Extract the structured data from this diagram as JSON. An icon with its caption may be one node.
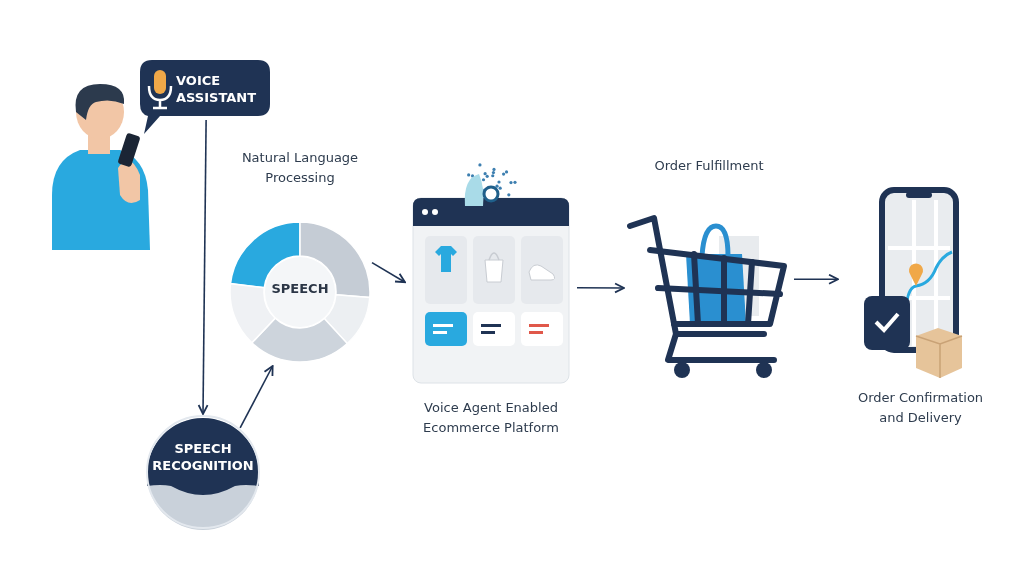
{
  "diagram": {
    "nodes": [
      {
        "text": [
          "VOICE ASSISTANT"
        ]
      },
      {
        "text": [
          "SPEECH RECOGNITION"
        ]
      },
      {
        "text": [
          "Natural Language Processing",
          "SPEECH"
        ]
      },
      {
        "text": [
          "Voice Agent Enabled Ecommerce Platform"
        ]
      },
      {
        "text": [
          "Order Fulfillment"
        ]
      },
      {
        "text": [
          "Order Confirmation and Delivery"
        ]
      }
    ],
    "edges": [
      {
        "from": 0,
        "to": 1,
        "arrow": "to"
      },
      {
        "from": 1,
        "to": 2,
        "arrow": "to"
      },
      {
        "from": 2,
        "to": 3,
        "arrow": "to"
      },
      {
        "from": 3,
        "to": 4,
        "arrow": "to"
      },
      {
        "from": 4,
        "to": 5,
        "arrow": "to"
      }
    ]
  }
}
